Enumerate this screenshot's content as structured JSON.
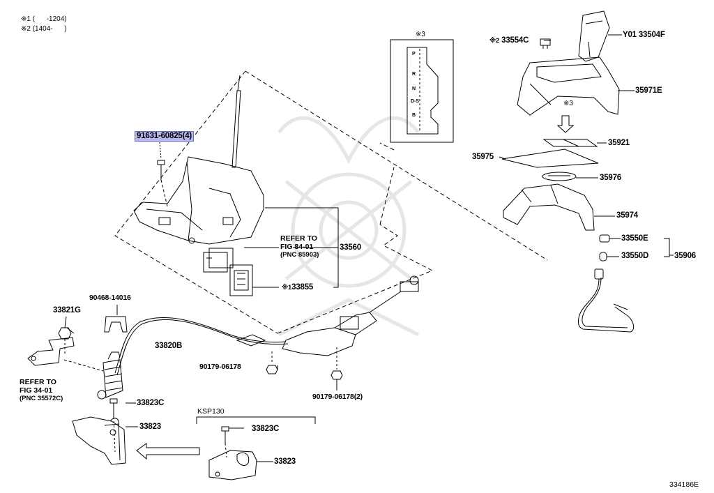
{
  "notes": {
    "note1": "※1 (      -1204)",
    "note2": "※2 (1404-      )"
  },
  "shift_gate": {
    "header": "※3",
    "positions": [
      "P",
      "R",
      "N",
      "D-S",
      "B"
    ]
  },
  "parts": {
    "p33554c": {
      "prefix": "※2",
      "code": "33554C"
    },
    "p33504f": "Y01 33504F",
    "p35971e": "35971E",
    "p35921": "35921",
    "p35975": "35975",
    "p35976": "35976",
    "p35974": "35974",
    "p33550e": "33550E",
    "p33550d": "33550D",
    "p35906": "35906",
    "p91631": "91631-60825(4)",
    "p33560": "33560",
    "p33855": {
      "prefix": "※1",
      "code": "33855"
    },
    "p90468": "90468-14016",
    "p33821g": "33821G",
    "p33820b": "33820B",
    "p90179a": "90179-06178",
    "p90179b": "90179-06178(2)",
    "p33823c_a": "33823C",
    "p33823_a": "33823",
    "p33823c_b": "33823C",
    "p33823_b": "33823"
  },
  "arrow_note": "※3",
  "variant_label": "KSP130",
  "refer_84": {
    "line1": "REFER TO",
    "line2": "FIG 84-01",
    "line3": "(PNC 85903)"
  },
  "refer_34": {
    "line1": "REFER TO",
    "line2": "FIG 34-01",
    "line3": "(PNC 35572C)"
  },
  "diagram_id": "334186E"
}
